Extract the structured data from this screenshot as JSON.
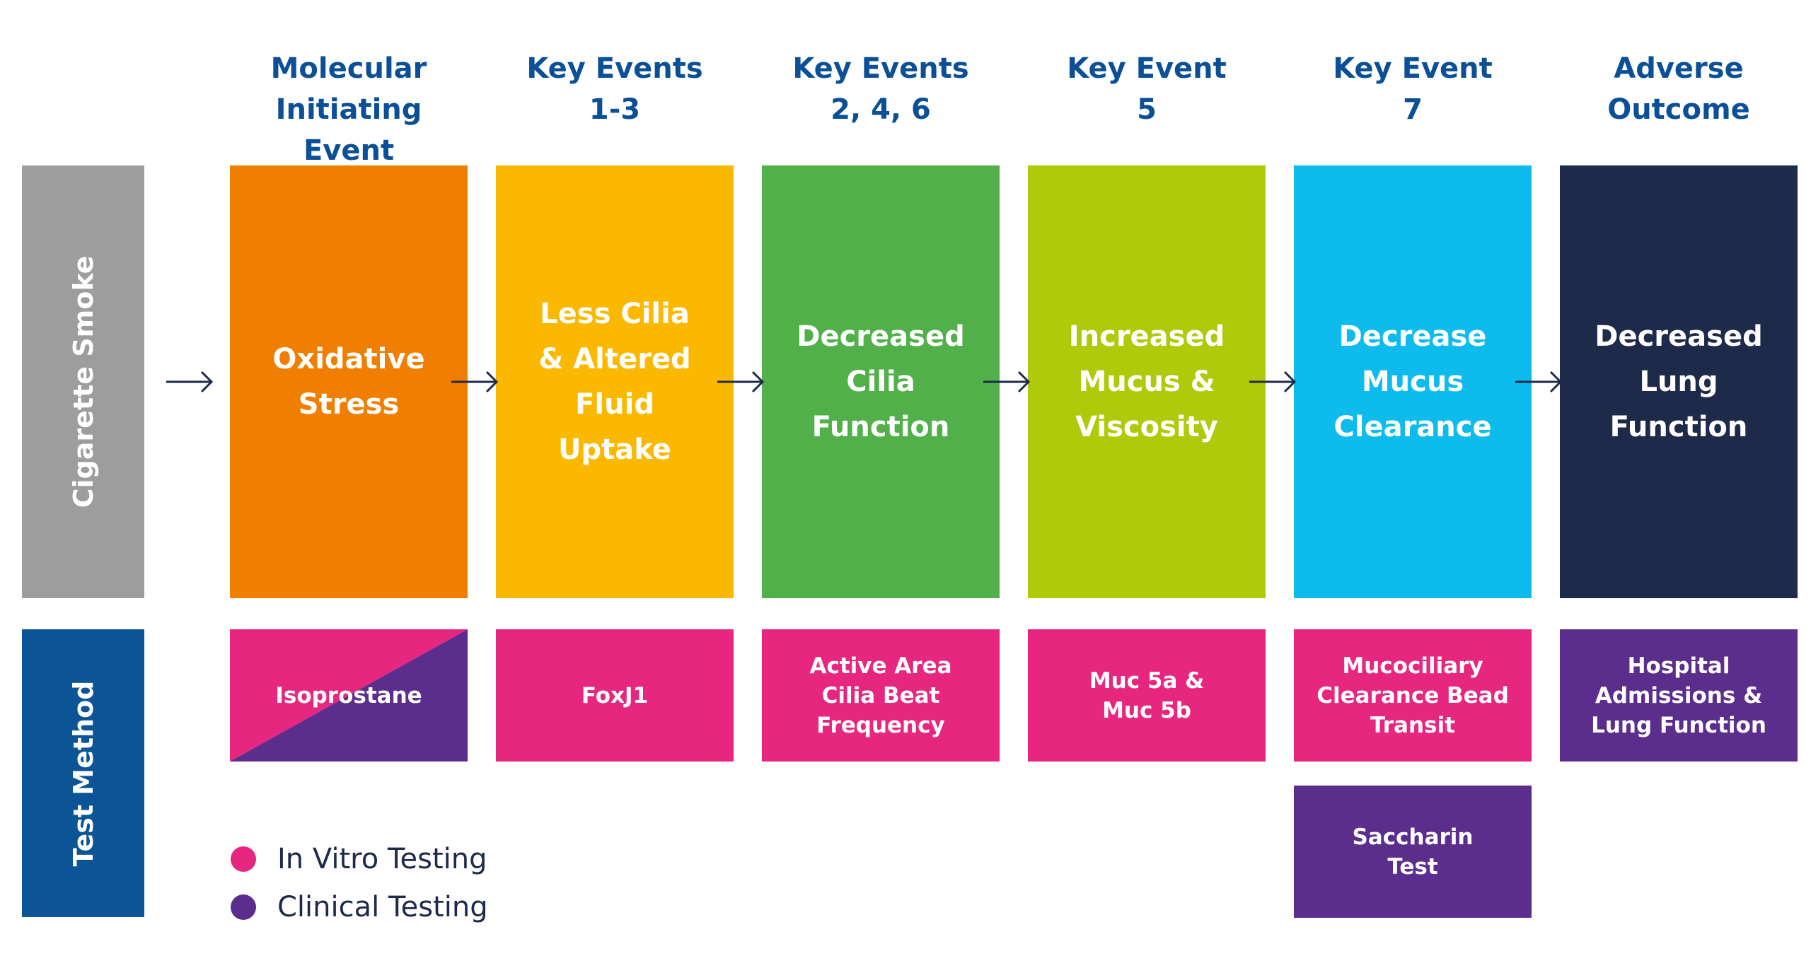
{
  "colors": {
    "header_text": "#0b4f97",
    "cigarette_gray": "#9d9d9d",
    "test_method_blue": "#0b5597",
    "in_vitro_pink": "#e6267f",
    "clinical_purple": "#5b2d8c",
    "arrow": "#1e2a4a"
  },
  "side_labels": {
    "top": "Cigarette Smoke",
    "bottom": "Test Method"
  },
  "columns": [
    {
      "header": [
        "Molecular",
        "Initiating Event"
      ],
      "event": [
        "Oxidative",
        "Stress"
      ],
      "event_color": "#f07e00",
      "methods": [
        {
          "lines": [
            "Isoprostane"
          ],
          "type": "split"
        }
      ]
    },
    {
      "header": [
        "Key Events",
        "1-3"
      ],
      "event": [
        "Less Cilia",
        "& Altered",
        "Fluid",
        "Uptake"
      ],
      "event_color": "#fab800",
      "methods": [
        {
          "lines": [
            "FoxJ1"
          ],
          "type": "in_vitro"
        }
      ]
    },
    {
      "header": [
        "Key Events",
        "2, 4, 6"
      ],
      "event": [
        "Decreased",
        "Cilia",
        "Function"
      ],
      "event_color": "#52b04b",
      "methods": [
        {
          "lines": [
            "Active Area",
            "Cilia Beat",
            "Frequency"
          ],
          "type": "in_vitro"
        }
      ]
    },
    {
      "header": [
        "Key Event",
        "5"
      ],
      "event": [
        "Increased",
        "Mucus &",
        "Viscosity"
      ],
      "event_color": "#afca0b",
      "methods": [
        {
          "lines": [
            "Muc 5a &",
            "Muc 5b"
          ],
          "type": "in_vitro"
        }
      ]
    },
    {
      "header": [
        "Key Event",
        "7"
      ],
      "event": [
        "Decrease",
        "Mucus",
        "Clearance"
      ],
      "event_color": "#0dbbed",
      "methods": [
        {
          "lines": [
            "Mucociliary",
            "Clearance Bead",
            "Transit"
          ],
          "type": "in_vitro"
        },
        {
          "lines": [
            "Saccharin",
            "Test"
          ],
          "type": "clinical"
        }
      ]
    },
    {
      "header": [
        "Adverse",
        "Outcome"
      ],
      "event": [
        "Decreased",
        "Lung",
        "Function"
      ],
      "event_color": "#1e2a4a",
      "methods": [
        {
          "lines": [
            "Hospital",
            "Admissions &",
            "Lung Function"
          ],
          "type": "clinical"
        }
      ]
    }
  ],
  "legend": [
    {
      "label": "In Vitro Testing",
      "color": "#e6267f"
    },
    {
      "label": "Clinical Testing",
      "color": "#5b2d8c"
    }
  ]
}
